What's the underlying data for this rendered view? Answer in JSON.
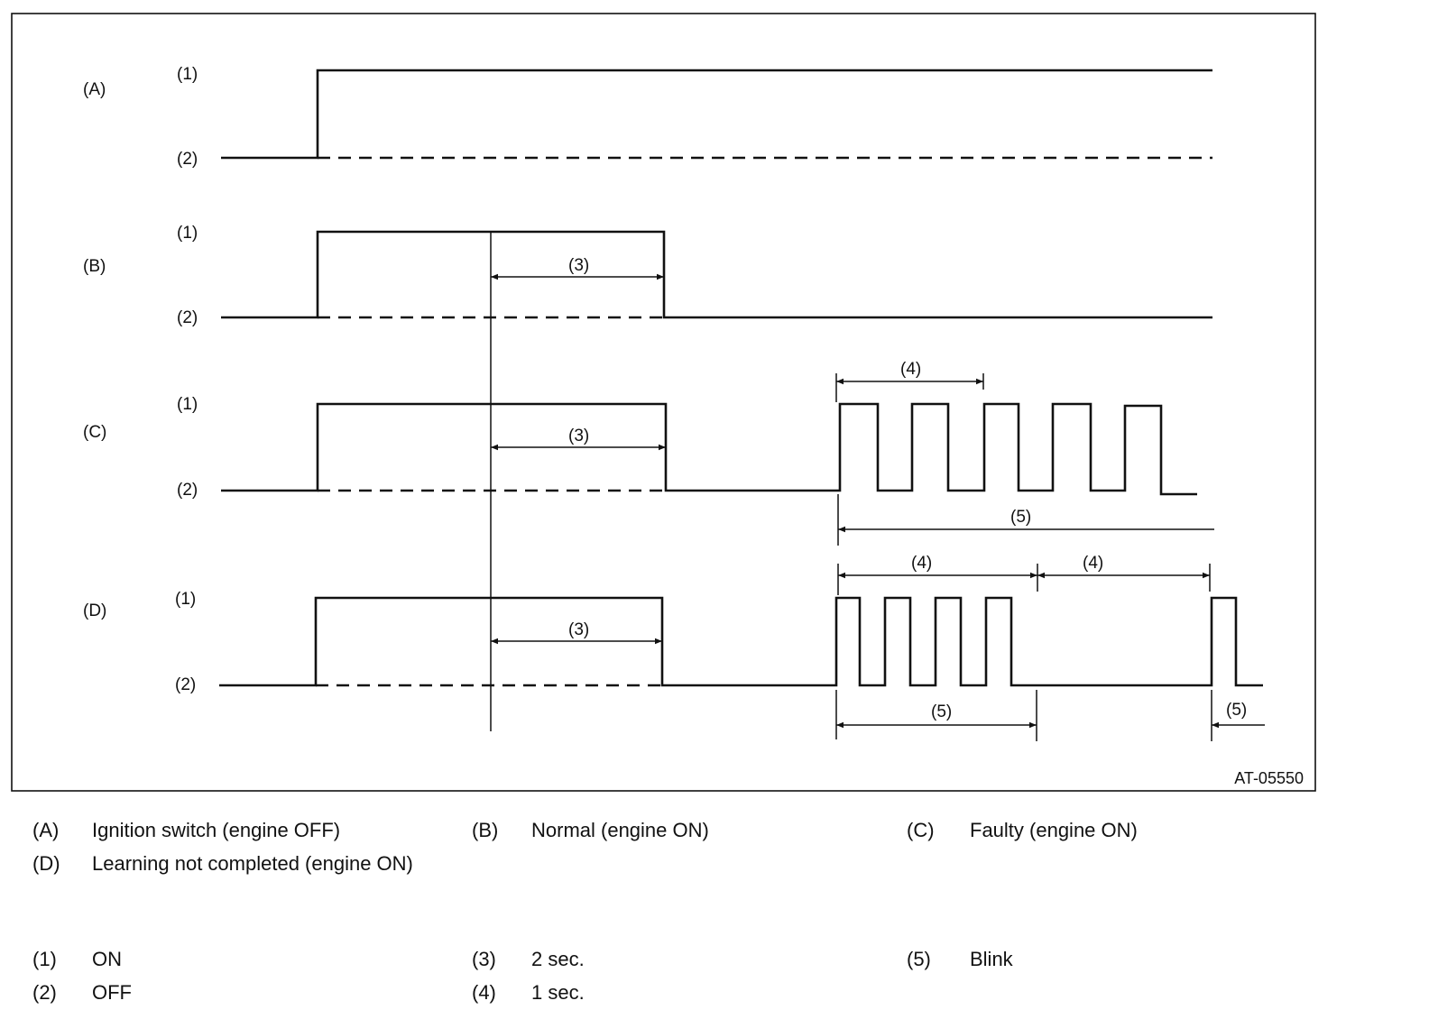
{
  "figure_code": "AT-05550",
  "rows": [
    {
      "key": "(A)",
      "level_on": "(1)",
      "level_off": "(2)"
    },
    {
      "key": "(B)",
      "level_on": "(1)",
      "level_off": "(2)",
      "interval": "(3)"
    },
    {
      "key": "(C)",
      "level_on": "(1)",
      "level_off": "(2)",
      "interval": "(3)",
      "blink_period": "(4)",
      "blink": "(5)"
    },
    {
      "key": "(D)",
      "level_on": "(1)",
      "level_off": "(2)",
      "interval": "(3)",
      "blink_period_1": "(4)",
      "blink_period_2": "(4)",
      "blink_1": "(5)",
      "blink_2": "(5)"
    }
  ],
  "legend": [
    {
      "key": "(A)",
      "text": "Ignition switch (engine OFF)"
    },
    {
      "key": "(B)",
      "text": "Normal (engine ON)"
    },
    {
      "key": "(C)",
      "text": "Faulty (engine ON)"
    },
    {
      "key": "(D)",
      "text": "Learning not completed (engine ON)"
    },
    {
      "key": "(1)",
      "text": "ON"
    },
    {
      "key": "(3)",
      "text": "2 sec."
    },
    {
      "key": "(5)",
      "text": "Blink"
    },
    {
      "key": "(2)",
      "text": "OFF"
    },
    {
      "key": "(4)",
      "text": "1 sec."
    }
  ]
}
